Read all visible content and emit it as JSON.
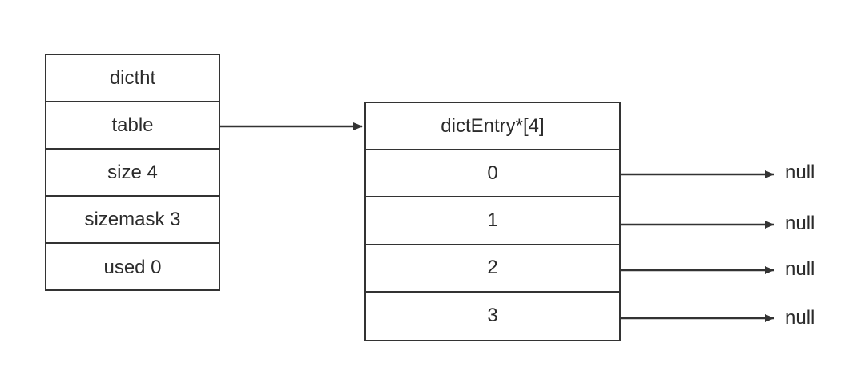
{
  "dictht": {
    "fields": [
      "dictht",
      "table",
      "size 4",
      "sizemask 3",
      "used 0"
    ]
  },
  "entry_table": {
    "header": "dictEntry*[4]",
    "slots": [
      "0",
      "1",
      "2",
      "3"
    ]
  },
  "null_labels": [
    "null",
    "null",
    "null",
    "null"
  ],
  "colors": {
    "stroke": "#333333",
    "text": "#2b2b2b"
  }
}
